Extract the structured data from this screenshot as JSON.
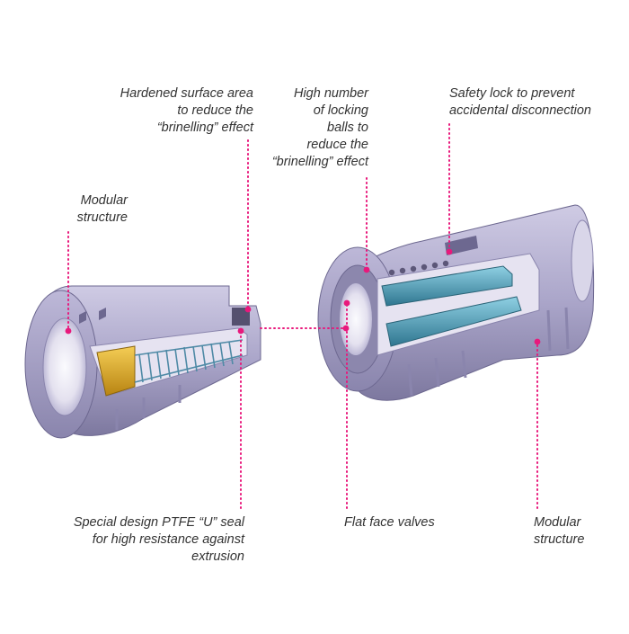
{
  "colors": {
    "leader": "#e8197c",
    "body_light": "#b9b4d4",
    "body_mid": "#9c97bd",
    "body_dark": "#7b769c",
    "bore": "#e9e7f3",
    "spring_blue": "#6fb0c8",
    "brass": "#e0aa2c",
    "valve_teal": "#3f8ea6",
    "text": "#333333"
  },
  "labels": {
    "hardened": "Hardened surface area\nto reduce the\n“brinelling” effect",
    "locking": "High number\nof locking\nballs to\nreduce the\n“brinelling” effect",
    "safety": "Safety lock to prevent\naccidental disconnection",
    "modular_left": "Modular\nstructure",
    "ptfe": "Special design PTFE “U” seal\nfor high resistance against\nextrusion",
    "flat_face": "Flat face valves",
    "modular_right": "Modular\nstructure"
  },
  "icons": {
    "leader_end": "dot",
    "cutaway": "coupling-cutaway"
  }
}
